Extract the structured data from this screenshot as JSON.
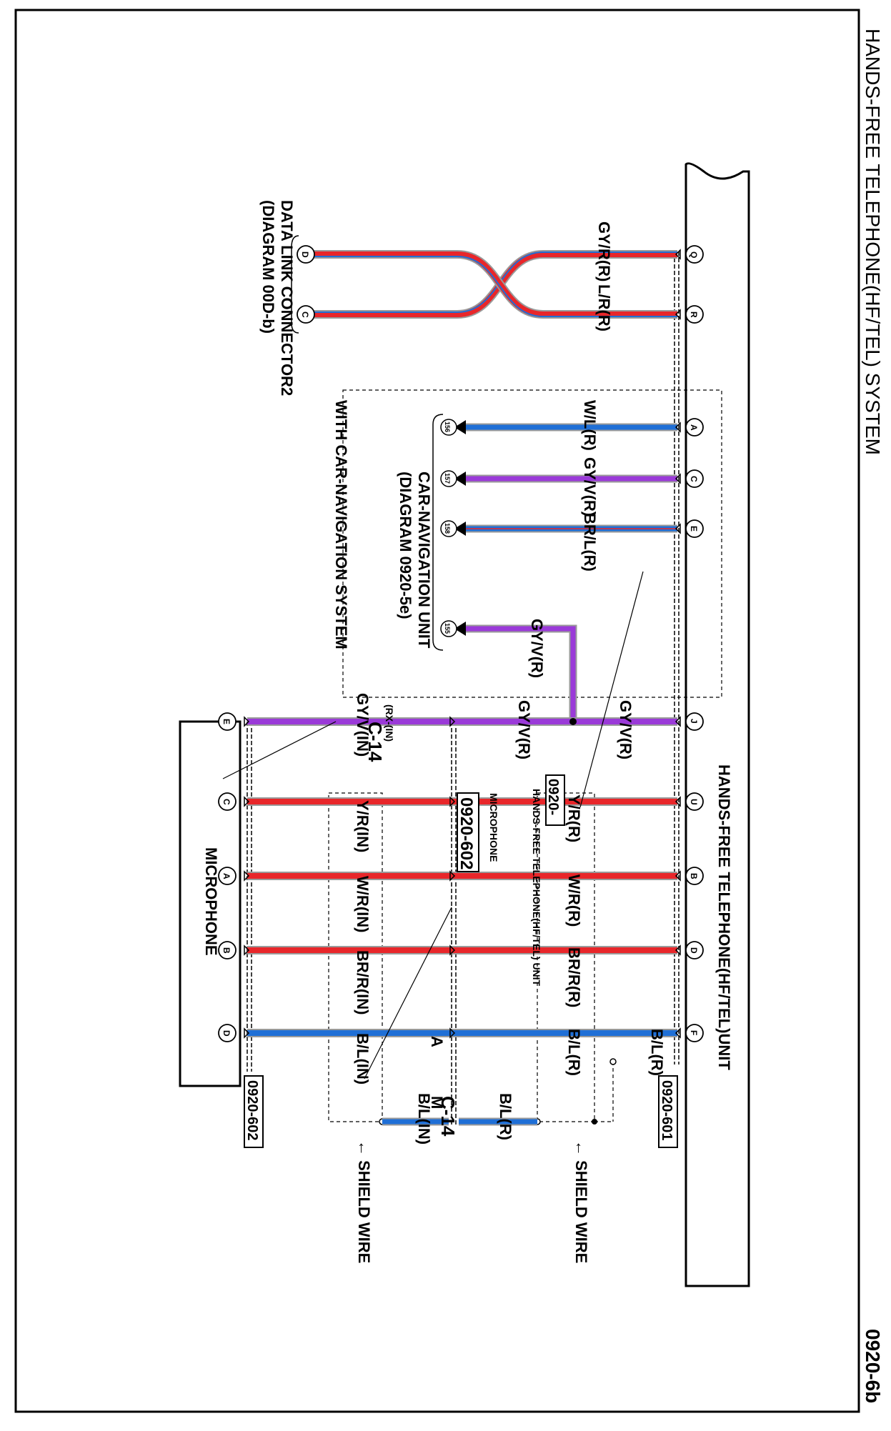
{
  "title": "HANDS-FREE TELEPHONE(HF/TEL) SYSTEM",
  "diagram_code": "0920-6b",
  "colors": {
    "red": "#e8262a",
    "blue": "#1f6fd6",
    "purple": "#9a3ad8",
    "line": "#000000"
  },
  "unit": {
    "label": "HANDS-FREE TELEPHONE(HF/TEL)UNIT",
    "connector_code": "0920-601",
    "pins": [
      "Q",
      "R",
      "A",
      "C",
      "E",
      "J",
      "U",
      "B",
      "D",
      "F"
    ]
  },
  "dlc": {
    "label_line1": "DATA LINK CONNECTOR2",
    "label_line2": "(DIAGRAM 00D-b)",
    "pins": [
      "D",
      "C"
    ],
    "wires": [
      "GY/R(R)",
      "L/R(R)"
    ]
  },
  "car_nav": {
    "label_line1": "CAR-NAVIGATION UNIT",
    "label_line2": "(DIAGRAM 0920-5e)",
    "group_label": "WITH CAR-NAVIGATION SYSTEM",
    "terminals": [
      "156",
      "157",
      "158",
      "155"
    ],
    "wires": [
      "W/L(R)",
      "GY/V(R)",
      "BR/L(R)",
      "GY/V(R)"
    ]
  },
  "microphone": {
    "label": "MICROPHONE",
    "connector_code": "0920-602",
    "pins": [
      "E",
      "C",
      "A",
      "B",
      "D"
    ]
  },
  "upper_wires": [
    "GY/V(R)",
    "Y/R(R)",
    "W/R(R)",
    "BR/R(R)",
    "B/L(R)",
    "B/L(R)"
  ],
  "middle_wires": [
    "GY/V(R)",
    "B/L(R)"
  ],
  "lower_wires": [
    "GY/V(IN)",
    "Y/R(IN)",
    "W/R(IN)",
    "BR/R(IN)",
    "B/L(IN)",
    "B/L(IN)"
  ],
  "joint": {
    "code": "C-14",
    "rx_label": "(RX-(IN)",
    "pin_a": "A",
    "pin_m": "M"
  },
  "shield_label": "← SHIELD WIRE",
  "overlay": {
    "box1": "0920-602",
    "box2": "0920-",
    "microphone": "MICROPHONE",
    "unit_text": "HANDS-FREE TELEPHONE(HF/TEL) UNIT"
  }
}
